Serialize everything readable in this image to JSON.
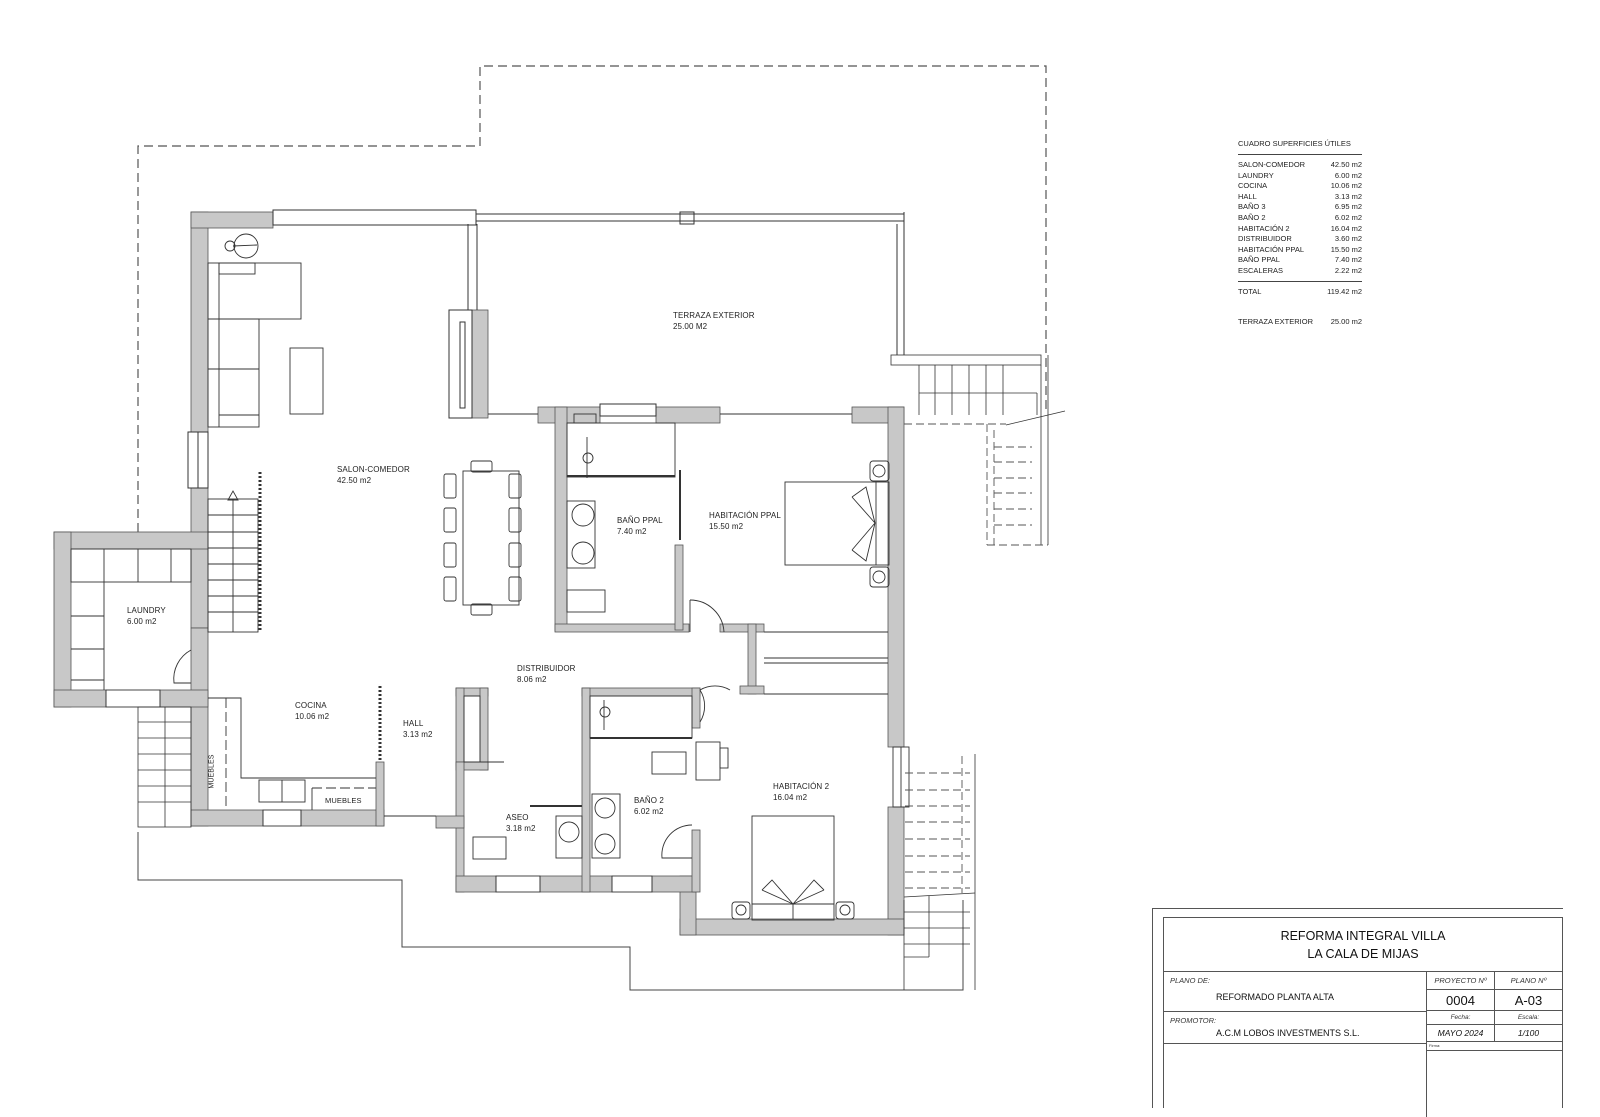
{
  "plan": {
    "rooms": {
      "salon": {
        "name": "SALON-COMEDOR",
        "area": "42.50 m2"
      },
      "terraza": {
        "name": "TERRAZA EXTERIOR",
        "area": "25.00 M2"
      },
      "bano_ppal": {
        "name": "BAÑO PPAL",
        "area": "7.40 m2"
      },
      "habitacion_ppal": {
        "name": "HABITACIÓN PPAL",
        "area": "15.50 m2"
      },
      "laundry": {
        "name": "LAUNDRY",
        "area": "6.00 m2"
      },
      "distribuidor": {
        "name": "DISTRIBUIDOR",
        "area": "8.06 m2"
      },
      "cocina": {
        "name": "COCINA",
        "area": "10.06 m2"
      },
      "hall": {
        "name": "HALL",
        "area": "3.13 m2"
      },
      "aseo": {
        "name": "ASEO",
        "area": "3.18 m2"
      },
      "bano2": {
        "name": "BAÑO 2",
        "area": "6.02 m2"
      },
      "habitacion2": {
        "name": "HABITACIÓN 2",
        "area": "16.04 m2"
      }
    },
    "annotations": {
      "muebles_vertical": "MUEBLES",
      "muebles_horizontal": "MUEBLES"
    }
  },
  "areas_table": {
    "title": "CUADRO SUPERFICIES ÚTILES",
    "rows": [
      {
        "label": "SALON-COMEDOR",
        "value": "42.50 m2"
      },
      {
        "label": "LAUNDRY",
        "value": "6.00 m2"
      },
      {
        "label": "COCINA",
        "value": "10.06 m2"
      },
      {
        "label": "HALL",
        "value": "3.13 m2"
      },
      {
        "label": "BAÑO 3",
        "value": "6.95 m2"
      },
      {
        "label": "BAÑO 2",
        "value": "6.02 m2"
      },
      {
        "label": "HABITACIÓN 2",
        "value": "16.04 m2"
      },
      {
        "label": "DISTRIBUIDOR",
        "value": "3.60 m2"
      },
      {
        "label": "HABITACIÓN PPAL",
        "value": "15.50 m2"
      },
      {
        "label": "BAÑO PPAL",
        "value": "7.40 m2"
      },
      {
        "label": "ESCALERAS",
        "value": "2.22 m2"
      }
    ],
    "total": {
      "label": "TOTAL",
      "value": "119.42 m2"
    },
    "terraza": {
      "label": "TERRAZA EXTERIOR",
      "value": "25.00 m2"
    }
  },
  "title_block": {
    "project_title_line1": "REFORMA INTEGRAL VILLA",
    "project_title_line2": "LA CALA DE MIJAS",
    "plano_de_label": "PLANO DE:",
    "plano_de_value": "REFORMADO PLANTA ALTA",
    "promotor_label": "PROMOTOR:",
    "promotor_value": "A.C.M LOBOS INVESTMENTS S.L.",
    "proyecto_label": "PROYECTO Nº",
    "proyecto_value": "0004",
    "plano_n_label": "PLANO Nº",
    "plano_n_value": "A-03",
    "fecha_label": "Fecha:",
    "fecha_value": "MAYO 2024",
    "escala_label": "Escala:",
    "escala_value": "1/100",
    "firma_label": "Firma:"
  },
  "colors": {
    "wall_fill": "#c8c8c8",
    "line": "#333333",
    "dashed": "#555555",
    "background": "#ffffff"
  }
}
